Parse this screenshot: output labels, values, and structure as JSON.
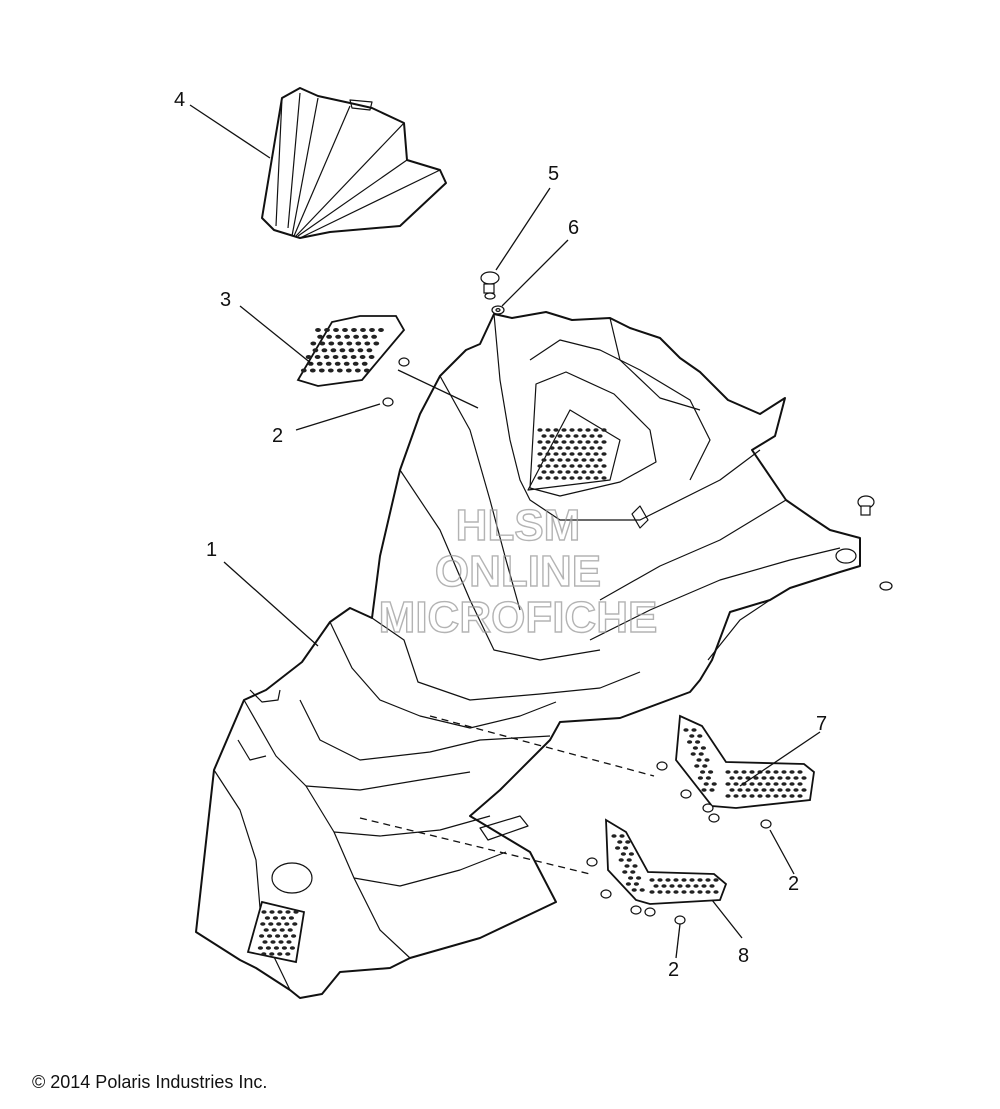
{
  "callouts": [
    {
      "id": "1",
      "label": "1"
    },
    {
      "id": "2a",
      "label": "2"
    },
    {
      "id": "3",
      "label": "3"
    },
    {
      "id": "4",
      "label": "4"
    },
    {
      "id": "5",
      "label": "5"
    },
    {
      "id": "6",
      "label": "6"
    },
    {
      "id": "7",
      "label": "7"
    },
    {
      "id": "2b",
      "label": "2"
    },
    {
      "id": "2c",
      "label": "2"
    },
    {
      "id": "8",
      "label": "8"
    }
  ],
  "watermark": {
    "line1": "HLSM",
    "line2": "ONLINE",
    "line3": "MICROFICHE"
  },
  "copyright": "© 2014 Polaris Industries Inc."
}
